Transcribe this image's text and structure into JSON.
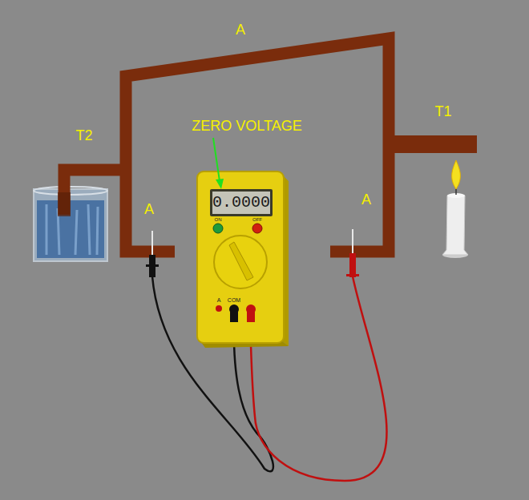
{
  "diagram": {
    "labels": [
      "A",
      "T2",
      "ZERO VOLTAGE",
      "T1",
      "A",
      "A",
      "0.0000",
      "ON",
      "OFF",
      "COM",
      "A"
    ]
  }
}
